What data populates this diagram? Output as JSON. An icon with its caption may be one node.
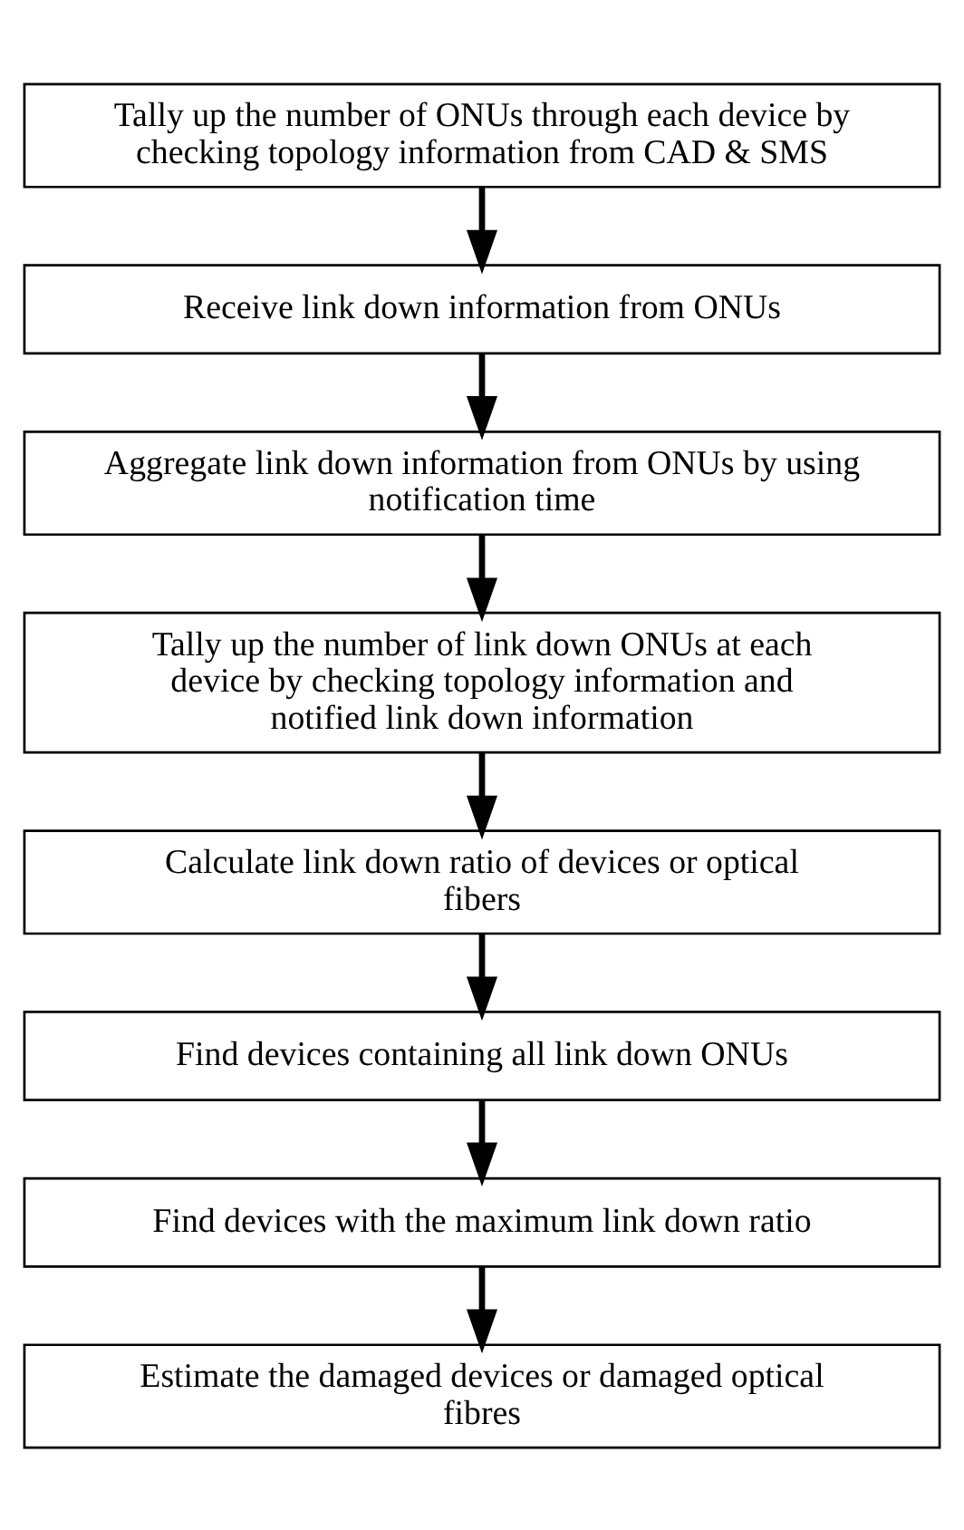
{
  "diagram": {
    "nodes": [
      {
        "text": [
          "Tally up the number of ONUs through each device by checking topology information from CAD & SMS"
        ]
      },
      {
        "text": [
          "Receive link down information from ONUs"
        ]
      },
      {
        "text": [
          "Aggregate link down information from ONUs by using notification time"
        ]
      },
      {
        "text": [
          "Tally up the number of link down ONUs at each device by checking topology information and notified link down information"
        ]
      },
      {
        "text": [
          "Calculate link down ratio of devices or optical fibers"
        ]
      },
      {
        "text": [
          "Find devices containing all link down ONUs"
        ]
      },
      {
        "text": [
          "Find devices with the maximum link down ratio"
        ]
      },
      {
        "text": [
          "Estimate the damaged devices or damaged optical fibres"
        ]
      }
    ],
    "edges": [
      {
        "from": 0,
        "to": 1,
        "arrow": "to"
      },
      {
        "from": 1,
        "to": 2,
        "arrow": "to"
      },
      {
        "from": 2,
        "to": 3,
        "arrow": "to"
      },
      {
        "from": 3,
        "to": 4,
        "arrow": "to"
      },
      {
        "from": 4,
        "to": 5,
        "arrow": "to"
      },
      {
        "from": 5,
        "to": 6,
        "arrow": "to"
      },
      {
        "from": 6,
        "to": 7,
        "arrow": "to"
      }
    ]
  }
}
